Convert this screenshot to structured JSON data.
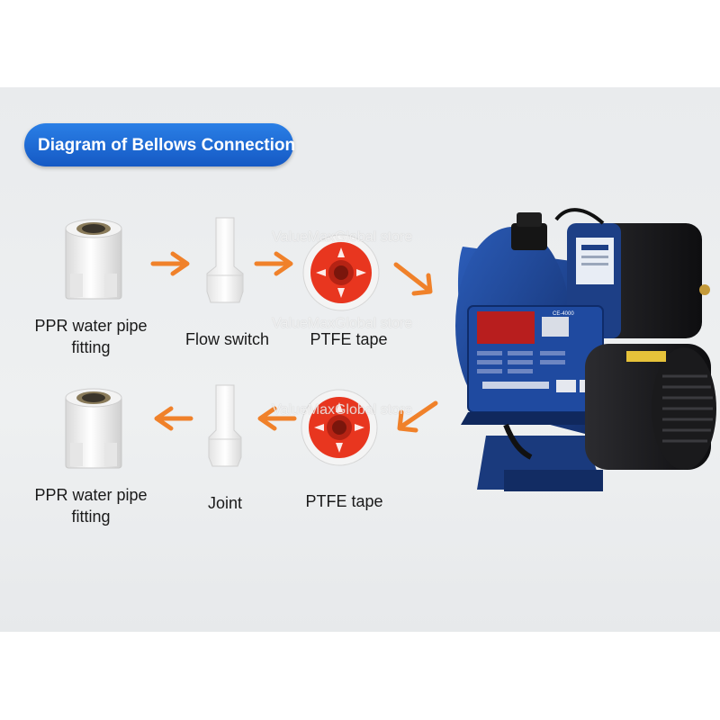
{
  "title": "Diagram of Bellows Connection",
  "watermark": "ValueMaxGlobal store",
  "row1": {
    "fitting_label_line1": "PPR water pipe",
    "fitting_label_line2": "fitting",
    "switch_label": "Flow switch",
    "tape_label": "PTFE tape"
  },
  "row2": {
    "fitting_label_line1": "PPR water pipe",
    "fitting_label_line2": "fitting",
    "joint_label": "Joint",
    "tape_label": "PTFE tape"
  },
  "pump": {
    "display_model": "CE-4000"
  },
  "colors": {
    "title_bg": "#1f6fd8",
    "arrow": "#f0812a",
    "tape_red": "#e8361f",
    "pump_blue": "#1d3f86",
    "motor_black": "#1b1b1d"
  },
  "icons": [
    "pipe-fitting-icon",
    "flow-switch-icon",
    "ptfe-tape-icon",
    "joint-icon",
    "arrow-right-icon",
    "arrow-left-icon",
    "water-pump-icon"
  ]
}
